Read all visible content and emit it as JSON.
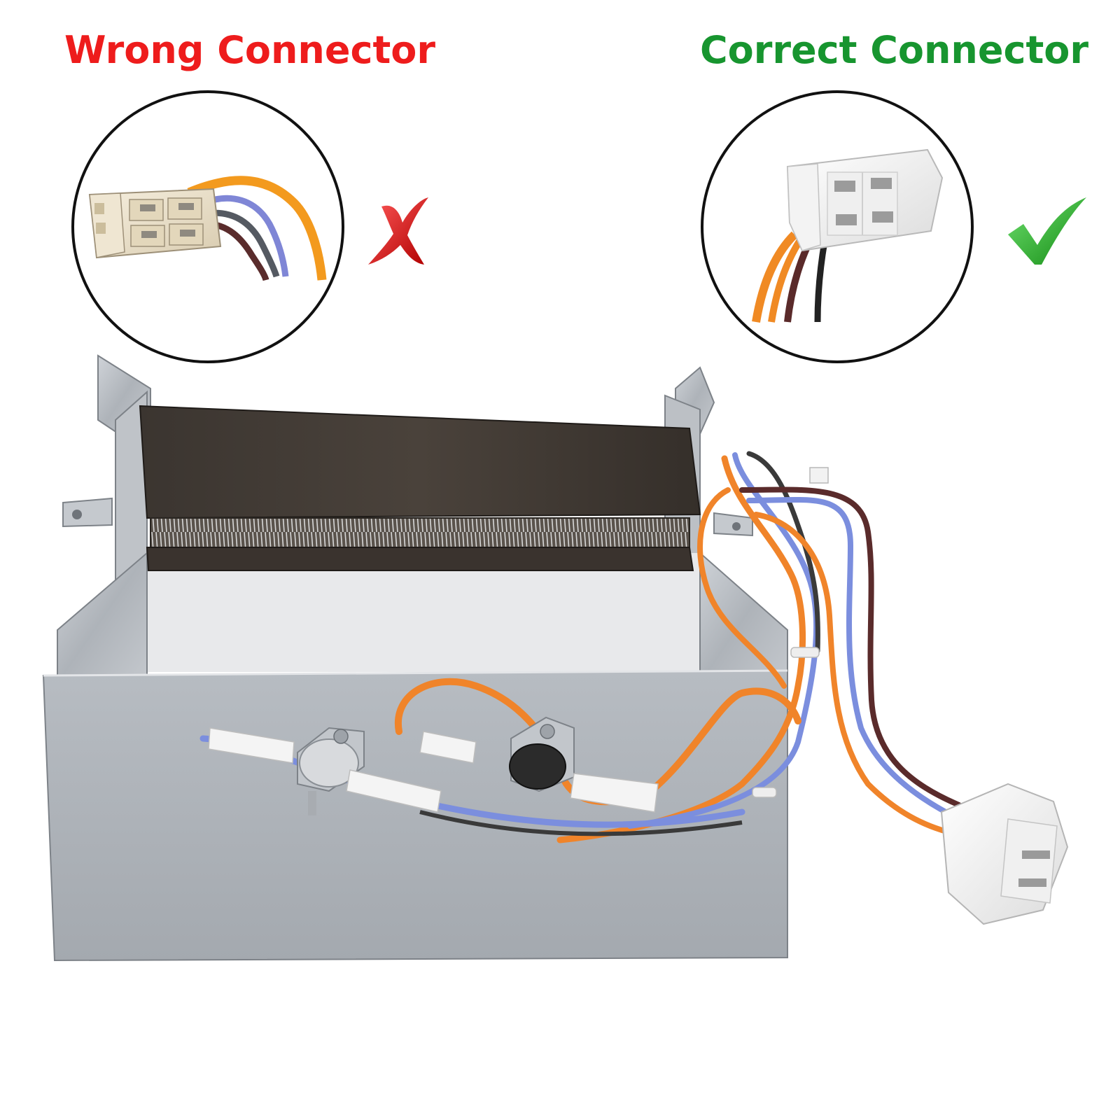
{
  "wrong": {
    "label": "Wrong Connector",
    "color": "#ee1c1c",
    "mark": "cross-mark-icon"
  },
  "correct": {
    "label": "Correct Connector",
    "color": "#17952f",
    "mark": "check-mark-icon"
  },
  "product": "tumble-dryer-heater-element-with-wiring-harness"
}
